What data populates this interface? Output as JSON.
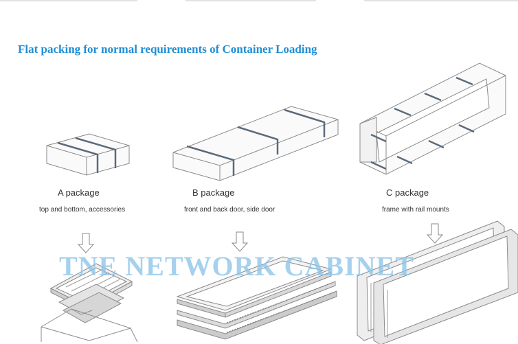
{
  "title": "Flat packing for normal requirements of Container Loading",
  "packages": [
    {
      "label": "A package",
      "desc": "top and bottom, accessories"
    },
    {
      "label": "B package",
      "desc": "front and back door, side door"
    },
    {
      "label": "C package",
      "desc": "frame with rail mounts"
    }
  ],
  "watermark": "TNE NETWORK CABINET",
  "colors": {
    "title": "#1e8fd6",
    "line": "#8a8a8a",
    "strap": "#5a6a7a",
    "watermark": "#8cc4e8"
  }
}
